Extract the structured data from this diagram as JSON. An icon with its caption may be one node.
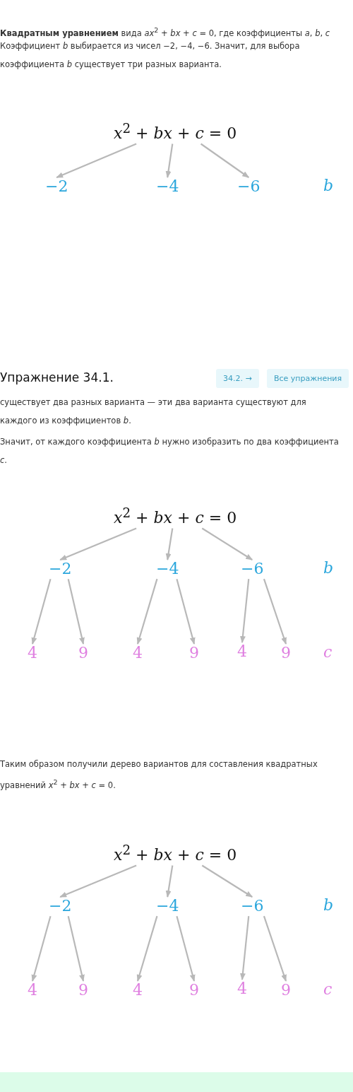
{
  "diagram": {
    "nodes": [
      {
        "text": [
          "*x*$^{2}$ + *bx* + *c* = 0"
        ]
      },
      {
        "text": [
          "−2"
        ]
      },
      {
        "text": [
          "−4"
        ]
      },
      {
        "text": [
          "−6"
        ]
      },
      {
        "text": [
          "*x*$^{2}$ + *bx* + *c* = 0"
        ]
      },
      {
        "text": [
          "−2"
        ]
      },
      {
        "text": [
          "−4"
        ]
      },
      {
        "text": [
          "−6"
        ]
      },
      {
        "text": [
          "4"
        ]
      },
      {
        "text": [
          "9"
        ]
      },
      {
        "text": [
          "4"
        ]
      },
      {
        "text": [
          "9"
        ]
      },
      {
        "text": [
          "4"
        ]
      },
      {
        "text": [
          "9"
        ]
      },
      {
        "text": [
          "*x*$^{2}$ + *bx* + *c* = 0"
        ]
      },
      {
        "text": [
          "−2"
        ]
      },
      {
        "text": [
          "−4"
        ]
      },
      {
        "text": [
          "−6"
        ]
      },
      {
        "text": [
          "4"
        ]
      },
      {
        "text": [
          "9"
        ]
      },
      {
        "text": [
          "4"
        ]
      },
      {
        "text": [
          "9"
        ]
      },
      {
        "text": [
          "4"
        ]
      },
      {
        "text": [
          "9"
        ]
      }
    ],
    "edges": [
      {
        "from": 0,
        "to": 1,
        "arrow": "to"
      },
      {
        "from": 0,
        "to": 2,
        "arrow": "to"
      },
      {
        "from": 0,
        "to": 3,
        "arrow": "to"
      },
      {
        "from": 4,
        "to": 5,
        "arrow": "to"
      },
      {
        "from": 4,
        "to": 6,
        "arrow": "to"
      },
      {
        "from": 4,
        "to": 7,
        "arrow": "to"
      },
      {
        "from": 5,
        "to": 8,
        "arrow": "to"
      },
      {
        "from": 5,
        "to": 9,
        "arrow": "to"
      },
      {
        "from": 6,
        "to": 10,
        "arrow": "to"
      },
      {
        "from": 6,
        "to": 11,
        "arrow": "to"
      },
      {
        "from": 7,
        "to": 12,
        "arrow": "to"
      },
      {
        "from": 7,
        "to": 13,
        "arrow": "to"
      },
      {
        "from": 14,
        "to": 15,
        "arrow": "to"
      },
      {
        "from": 14,
        "to": 16,
        "arrow": "to"
      },
      {
        "from": 14,
        "to": 17,
        "arrow": "to"
      },
      {
        "from": 15,
        "to": 18,
        "arrow": "to"
      },
      {
        "from": 15,
        "to": 19,
        "arrow": "to"
      },
      {
        "from": 16,
        "to": 20,
        "arrow": "to"
      },
      {
        "from": 16,
        "to": 21,
        "arrow": "to"
      },
      {
        "from": 17,
        "to": 22,
        "arrow": "to"
      },
      {
        "from": 17,
        "to": 23,
        "arrow": "to"
      }
    ],
    "labels": [
      "**Квадратным уравнением** вида *ax*$^{2}$ + *bx* + *c* = 0, где коэффициенты *a*, *b*, *c*",
      "Коэффициент *b* выбирается из чисел −2, −4, −6. Значит, для выбора коэффициента *b* существует три разных варианта.",
      "b",
      "Упражнение 34.1.",
      "34.2. →",
      "Все упражнения",
      "существует два разных варианта — эти два варианта существуют для каждого из коэффициентов *b*.",
      "Значит, от каждого коэффициента *b* нужно изобразить по два коэффициента *c*.",
      "b",
      "c",
      "Таким образом получили дерево вариантов для составления квадратных уравнений *x*$^{2}$ + *bx* + *c* = 0.",
      "b",
      "c"
    ]
  }
}
